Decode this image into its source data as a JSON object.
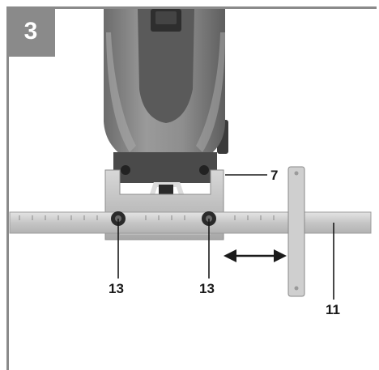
{
  "figure": {
    "number": "3",
    "callouts": {
      "fence": "7",
      "ruler": "11",
      "screw_left": "13",
      "screw_right": "13"
    },
    "colors": {
      "frame": "#8a8a8a",
      "badge_text": "#ffffff",
      "label_text": "#1a1a1a"
    }
  }
}
